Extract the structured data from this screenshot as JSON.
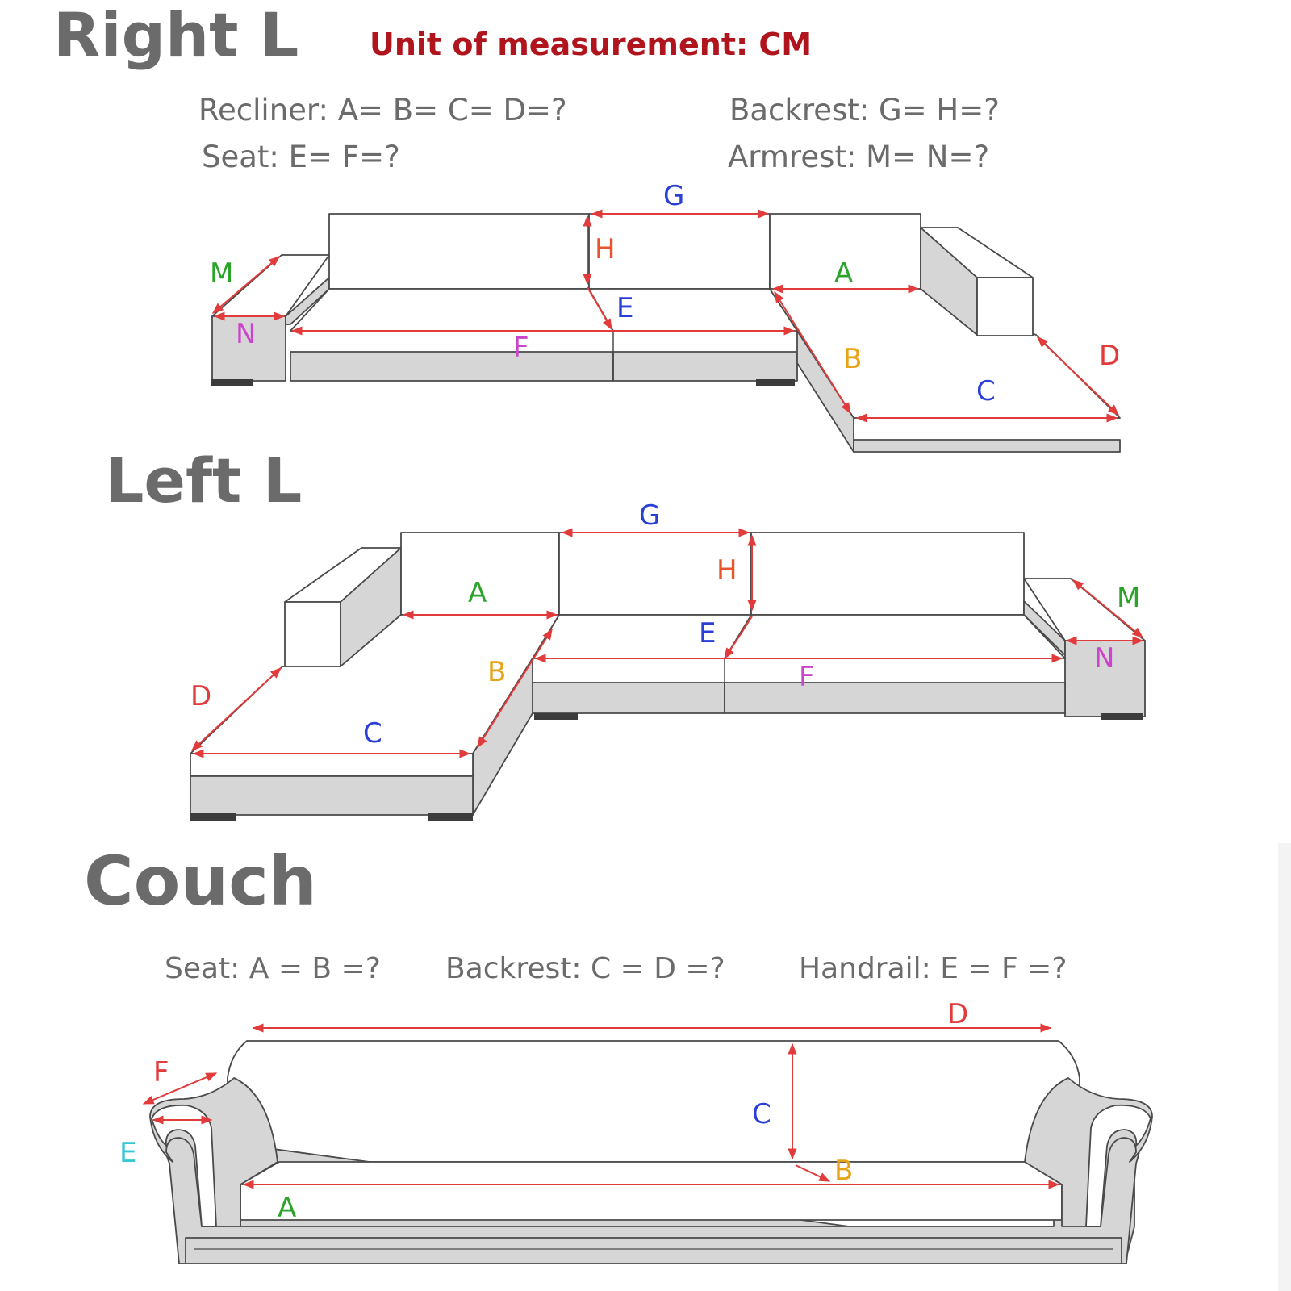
{
  "right_l": {
    "title": "Right L",
    "unit": "Unit of measurement: CM",
    "specs": {
      "recliner": "Recliner: A= B= C= D=?",
      "backrest": "Backrest: G= H=?",
      "seat": "Seat: E= F=?",
      "armrest": "Armrest: M= N=?"
    },
    "labels": {
      "g": "G",
      "h": "H",
      "m": "M",
      "n": "N",
      "e": "E",
      "f": "F",
      "a": "A",
      "b": "B",
      "c": "C",
      "d": "D"
    }
  },
  "left_l": {
    "title": "Left L",
    "labels": {
      "g": "G",
      "h": "H",
      "a": "A",
      "b": "B",
      "c": "C",
      "d": "D",
      "e": "E",
      "f": "F",
      "m": "M",
      "n": "N"
    }
  },
  "couch": {
    "title": "Couch",
    "specs": {
      "seat": "Seat: A = B =?",
      "backrest": "Backrest: C = D =?",
      "handrail": "Handrail: E = F =?"
    },
    "labels": {
      "a": "A",
      "b": "B",
      "c": "C",
      "d": "D",
      "e": "E",
      "f": "F"
    }
  },
  "colors": {
    "title": "#6b6b6b",
    "unit": "#b0141c",
    "dimension_line": "#e23b3b",
    "label_a": "#2aa52a",
    "label_b": "#e8a317",
    "label_c": "#2a3fd6",
    "label_d": "#e23b3b",
    "label_e": "#2a3fd6",
    "label_f": "#cc44cc",
    "label_g": "#2a3fd6",
    "label_h": "#e8552a",
    "label_m": "#2aa52a",
    "label_n": "#cc44cc",
    "couch_label_e": "#35c7d6",
    "couch_label_f": "#e23b3b"
  }
}
